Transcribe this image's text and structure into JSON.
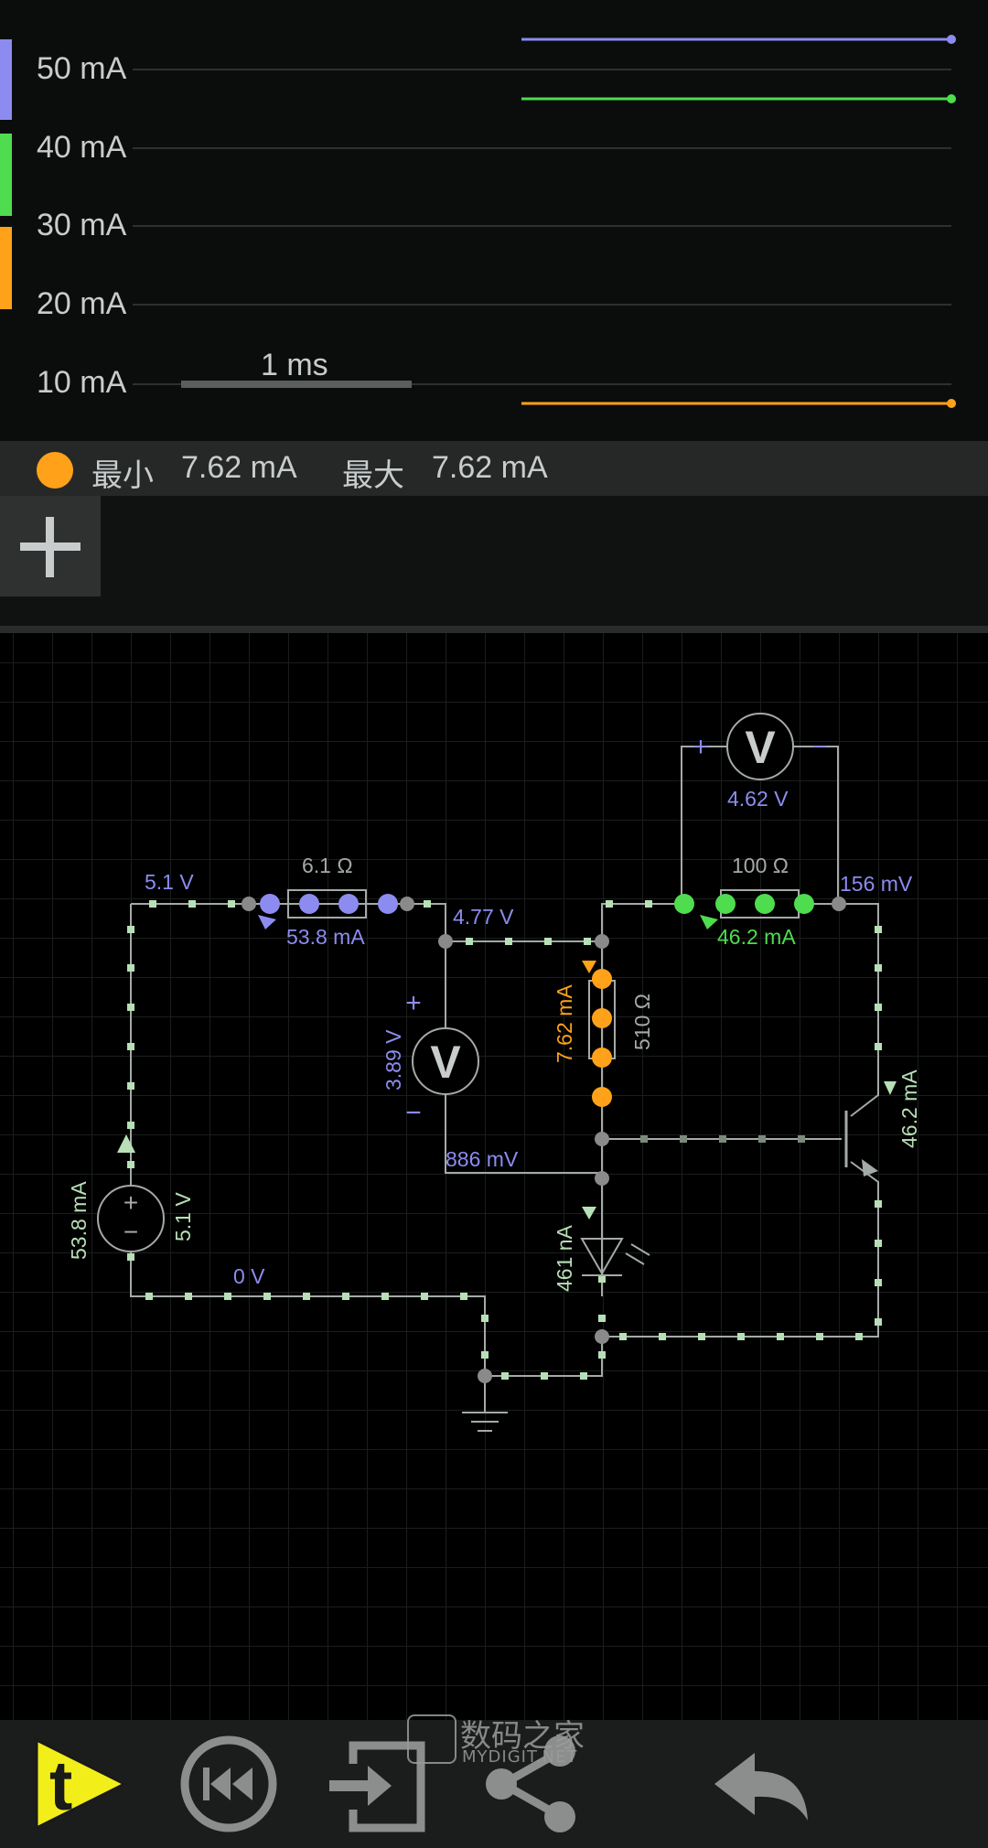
{
  "scope": {
    "y_axis_labels": [
      "50 mA",
      "40 mA",
      "30 mA",
      "20 mA",
      "10 mA"
    ],
    "time_scale_label": "1 ms",
    "traces": [
      {
        "color": "#8c8cf0",
        "value": "53.8 mA"
      },
      {
        "color": "#4fdc4f",
        "value": "46.2 mA"
      },
      {
        "color": "#ffa21a",
        "value": "7.62 mA"
      }
    ],
    "stats": {
      "dot_color": "#ffa21a",
      "min_label": "最小",
      "min_value": "7.62 mA",
      "max_label": "最大",
      "max_value": "7.62 mA"
    },
    "add_button_icon": "plus-icon"
  },
  "circuit": {
    "labels": {
      "source_voltage_top": "5.1 V",
      "resistor1_value": "6.1 Ω",
      "resistor1_current": "53.8 mA",
      "node_4_77": "4.77 V",
      "voltmeter1_reading": "3.89 V",
      "node_886": "886 mV",
      "resistor2_value": "510 Ω",
      "resistor2_current": "7.62 mA",
      "resistor3_value": "100 Ω",
      "resistor3_current": "46.2 mA",
      "voltmeter2_reading": "4.62 V",
      "node_156": "156 mV",
      "transistor_current": "46.2 mA",
      "led_current": "461 nA",
      "source_current": "53.8 mA",
      "source_value": "5.1 V",
      "ground_label": "0 V",
      "voltmeter_symbol": "V"
    },
    "colors": {
      "blue": "#8c8cf0",
      "green": "#4fdc4f",
      "orange": "#ffa21a",
      "wire_dot": "#b7e0b7",
      "node": "#8a8a8a"
    }
  },
  "toolbar": {
    "buttons": [
      {
        "icon": "play-icon"
      },
      {
        "icon": "rewind-icon"
      },
      {
        "icon": "export-icon"
      },
      {
        "icon": "share-icon"
      },
      {
        "icon": "undo-icon"
      }
    ]
  },
  "watermark": {
    "cn": "数码之家",
    "en": "MYDIGIT.NET"
  }
}
